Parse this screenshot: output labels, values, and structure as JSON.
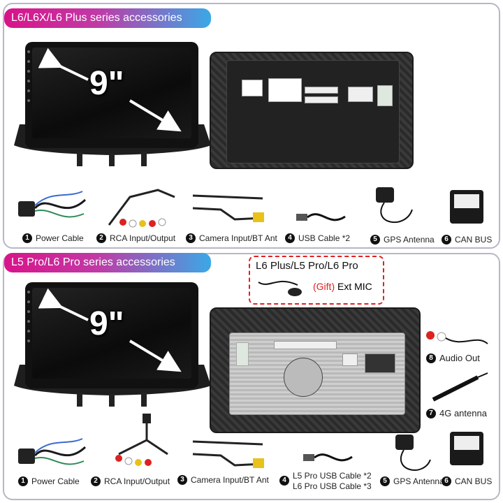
{
  "top": {
    "banner": "L6/L6X/L6 Plus series accessories",
    "screen_size": "9\"",
    "items": [
      {
        "num": "1",
        "label": "Power Cable"
      },
      {
        "num": "2",
        "label": "RCA Input/Output"
      },
      {
        "num": "3",
        "label": "Camera Input/BT Ant"
      },
      {
        "num": "4",
        "label": "USB Cable *2"
      },
      {
        "num": "5",
        "label": "GPS Antenna"
      },
      {
        "num": "6",
        "label": "CAN BUS"
      }
    ]
  },
  "bottom": {
    "banner": "L5 Pro/L6 Pro series accessories",
    "screen_size": "9\"",
    "gift": {
      "title": "L6 Plus/L5 Pro/L6 Pro",
      "tag": "(Gift)",
      "item": "Ext MIC"
    },
    "side_items": [
      {
        "num": "8",
        "label": "Audio Out"
      },
      {
        "num": "7",
        "label": "4G antenna"
      }
    ],
    "items": [
      {
        "num": "1",
        "label": "Power Cable"
      },
      {
        "num": "2",
        "label": "RCA Input/Output"
      },
      {
        "num": "3",
        "label": "Camera Input/BT Ant"
      },
      {
        "num": "4",
        "label_line1": "L5 Pro USB Cable *2",
        "label_line2": "L6 Pro USB Cable *3"
      },
      {
        "num": "5",
        "label": "GPS Antenna"
      },
      {
        "num": "6",
        "label": "CAN BUS"
      }
    ]
  },
  "colors": {
    "banner_start": "#d9138a",
    "banner_end": "#3aa8e6",
    "gift_border": "#e02020",
    "panel_border": "#b7b7c9"
  }
}
